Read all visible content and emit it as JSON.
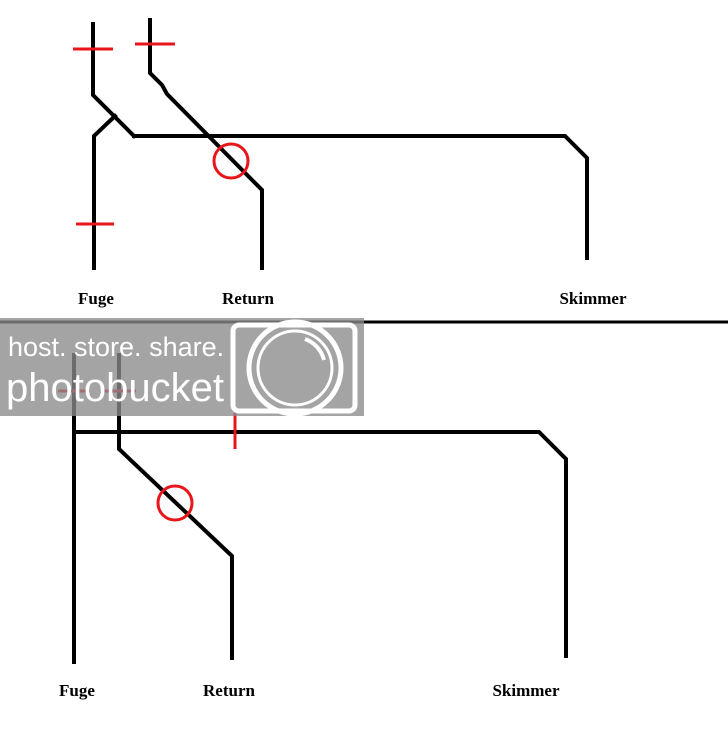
{
  "top_diagram": {
    "labels": {
      "fuge": "Fuge",
      "return": "Return",
      "skimmer": "Skimmer"
    }
  },
  "bottom_diagram": {
    "labels": {
      "fuge": "Fuge",
      "return": "Return",
      "skimmer": "Skimmer"
    }
  },
  "watermark": {
    "line1": "host. store. share.",
    "line2": "photobucket"
  },
  "colors": {
    "pipe": "#000000",
    "valve": "#e8151b",
    "background": "#ffffff"
  }
}
